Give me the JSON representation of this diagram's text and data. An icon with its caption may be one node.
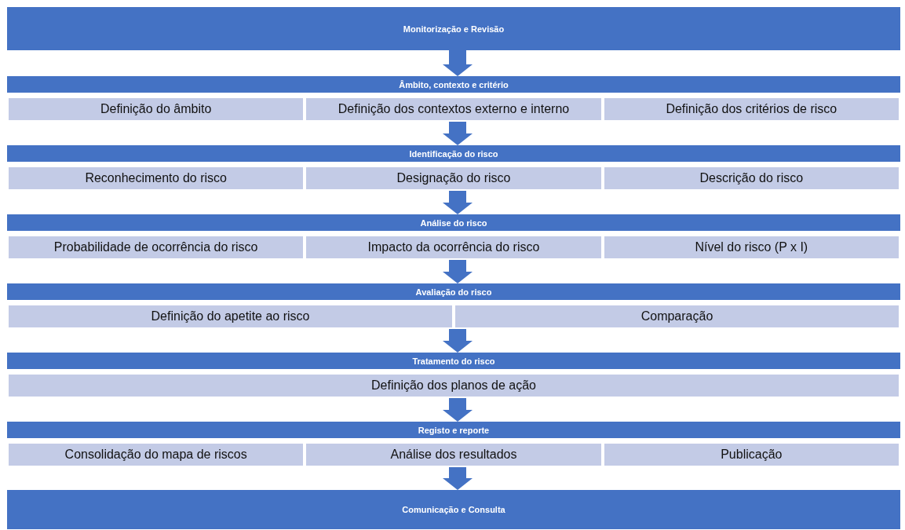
{
  "diagram": {
    "nodes": [
      {
        "text": [
          "Monitorização e Revisão"
        ]
      },
      {
        "text": [
          "Âmbito, contexto e critério"
        ]
      },
      {
        "text": [
          "Definição do âmbito"
        ]
      },
      {
        "text": [
          "Definição dos contextos externo e interno"
        ]
      },
      {
        "text": [
          "Definição dos critérios de risco"
        ]
      },
      {
        "text": [
          "Identificação do risco"
        ]
      },
      {
        "text": [
          "Reconhecimento do risco"
        ]
      },
      {
        "text": [
          "Designação do risco"
        ]
      },
      {
        "text": [
          "Descrição do risco"
        ]
      },
      {
        "text": [
          "Análise do risco"
        ]
      },
      {
        "text": [
          "Probabilidade de ocorrência do risco"
        ]
      },
      {
        "text": [
          "Impacto da ocorrência do risco"
        ]
      },
      {
        "text": [
          "Nível do risco (P x I)"
        ]
      },
      {
        "text": [
          "Avaliação do risco"
        ]
      },
      {
        "text": [
          "Definição do apetite ao risco"
        ]
      },
      {
        "text": [
          "Comparação"
        ]
      },
      {
        "text": [
          "Tratamento do risco"
        ]
      },
      {
        "text": [
          "Definição dos planos de ação"
        ]
      },
      {
        "text": [
          "Registo e reporte"
        ]
      },
      {
        "text": [
          "Consolidação do mapa de riscos"
        ]
      },
      {
        "text": [
          "Análise dos resultados"
        ]
      },
      {
        "text": [
          "Publicação"
        ]
      },
      {
        "text": [
          "Comunicação e Consulta"
        ]
      }
    ],
    "edges": [
      {
        "from": 0,
        "to": 1,
        "arrow": "to"
      },
      {
        "from": 3,
        "to": 5,
        "arrow": "to"
      },
      {
        "from": 7,
        "to": 9,
        "arrow": "to"
      },
      {
        "from": 11,
        "to": 13,
        "arrow": "to"
      },
      {
        "from": 14,
        "to": 16,
        "arrow": "to"
      },
      {
        "from": 17,
        "to": 18,
        "arrow": "to"
      },
      {
        "from": 20,
        "to": 22,
        "arrow": "to"
      }
    ]
  }
}
